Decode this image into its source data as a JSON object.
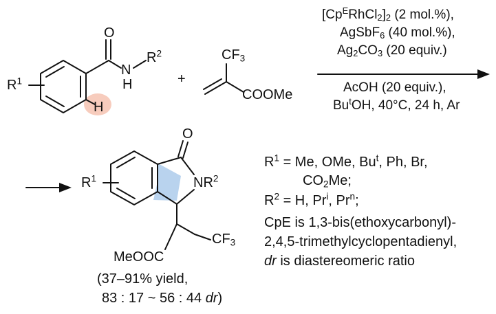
{
  "amide": {
    "o": "O",
    "n": "N",
    "h": "H",
    "r2": "R",
    "r2_sup": "2",
    "r1": "R",
    "r1_sup": "1",
    "ortho_h": "H",
    "highlight_color": "#f6c7b6"
  },
  "plus": "+",
  "acrylate": {
    "cf3": "CF",
    "cf3_sub": "3",
    "ester": "COOMe"
  },
  "conditions": {
    "line1": {
      "a": "[Cp",
      "a_sup": "E",
      "b": "RhCl",
      "b_sub": "2",
      "c": "]",
      "c_sub": "2",
      "d": " (2 mol.%),"
    },
    "line2": {
      "a": "AgSbF",
      "a_sub": "6",
      "b": " (40 mol.%),"
    },
    "line3": {
      "a": "Ag",
      "a_sub": "2",
      "b": "CO",
      "b_sub": "3",
      "c": " (20 equiv.)"
    },
    "line4": "AcOH (20 equiv.),",
    "line5": {
      "a": "Bu",
      "a_sup": "t",
      "b": "OH, 40°C, 24 h, Ar"
    }
  },
  "product": {
    "o": "O",
    "nr2": "NR",
    "nr2_sup": "2",
    "r1": "R",
    "r1_sup": "1",
    "cf3": "CF",
    "cf3_sub": "3",
    "ester": "MeOOC",
    "ring_color": "#b9d3ee",
    "yield_line1": "(37–91% yield,",
    "yield_line2a": "83 : 17 ~ 56 : 44 ",
    "yield_line2b": "dr",
    "yield_line2c": ")"
  },
  "legend": {
    "r1_label": "R",
    "r1_sup": "1",
    "r1_values": " = Me, OMe, Bu",
    "r1_values_sup": "t",
    "r1_values_tail": ", Ph, Br,",
    "r1_line2a": "CO",
    "r1_line2_sub": "2",
    "r1_line2b": "Me;",
    "r2_label": "R",
    "r2_sup": "2",
    "r2_values_a": " = H, Pr",
    "r2_values_sup1": "i",
    "r2_values_b": ", Pr",
    "r2_values_sup2": "n",
    "r2_values_c": ";",
    "cpe_line1": "CpE is 1,3-bis(ethoxycarbonyl)-",
    "cpe_line2": "2,4,5-trimethylcyclopentadienyl,",
    "dr_italic": "dr",
    "dr_rest": " is diastereomeric ratio"
  }
}
